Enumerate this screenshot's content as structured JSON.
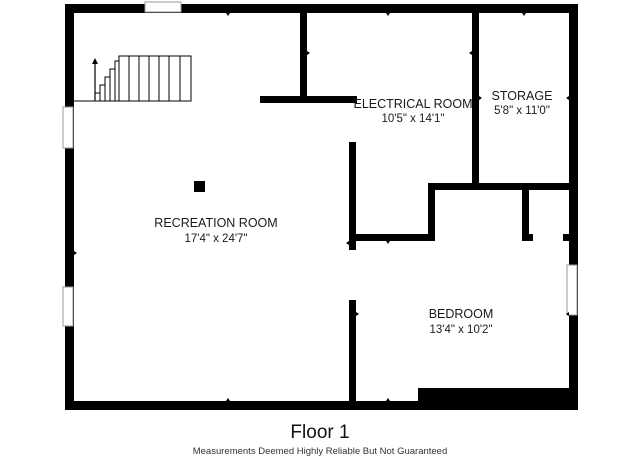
{
  "plan": {
    "title": "Floor 1",
    "note": "Measurements Deemed Highly Reliable But Not Guaranteed",
    "colors": {
      "wall": "#000000",
      "background": "#ffffff",
      "window_frame": "#9a9a9a",
      "text": "#1a1a1a"
    },
    "rooms": [
      {
        "id": "recreation-room",
        "name": "RECREATION ROOM",
        "dims": "17'4\" x 24'7\""
      },
      {
        "id": "electrical-room",
        "name": "ELECTRICAL ROOM",
        "dims": "10'5\" x 14'1\""
      },
      {
        "id": "storage",
        "name": "STORAGE",
        "dims": "5'8\" x 11'0\""
      },
      {
        "id": "bedroom",
        "name": "BEDROOM",
        "dims": "13'4\" x 10'2\""
      }
    ]
  }
}
